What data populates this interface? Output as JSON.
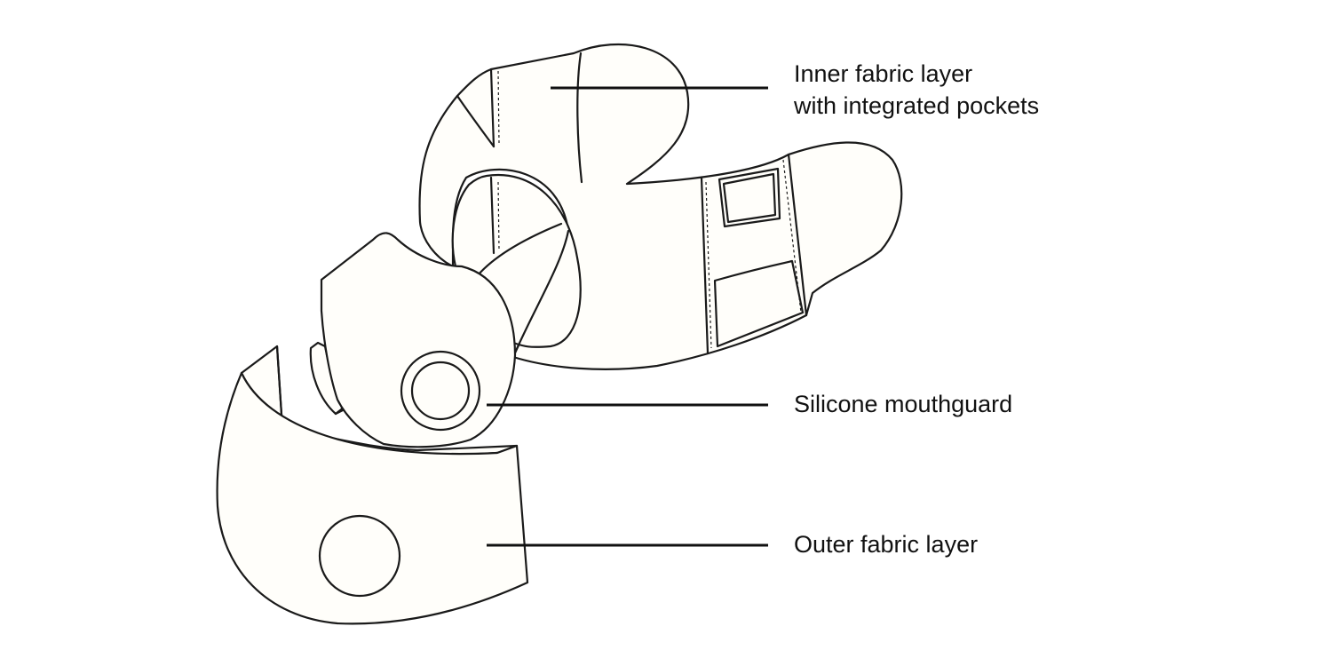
{
  "labels": {
    "inner_line1": "Inner fabric layer",
    "inner_line2": "with integrated pockets",
    "silicone": "Silicone mouthguard",
    "outer": "Outer fabric layer"
  },
  "colors": {
    "stroke": "#1a1a1a",
    "fill": "#fffefa",
    "text": "#111111"
  }
}
